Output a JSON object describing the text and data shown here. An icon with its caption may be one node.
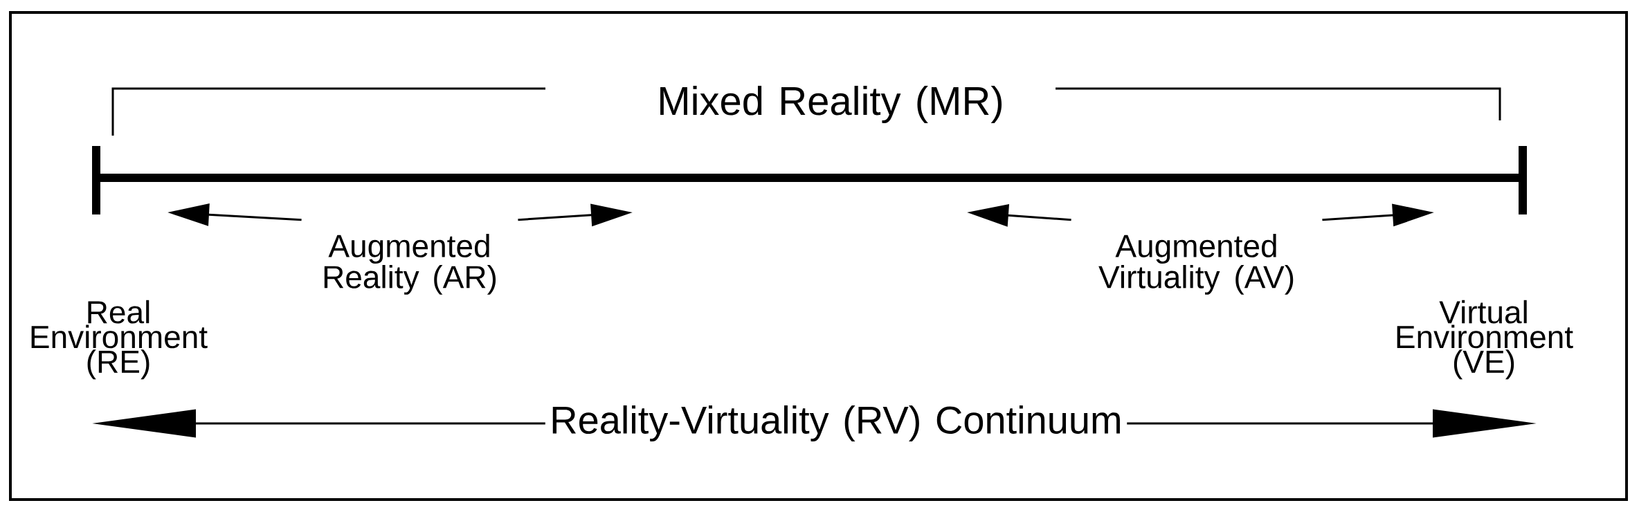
{
  "diagram": {
    "nodes": [
      {
        "text": [
          "Mixed Reality (MR)"
        ]
      },
      {
        "text": [
          "Augmented Reality (AR)"
        ]
      },
      {
        "text": [
          "Augmented Virtuality (AV)"
        ]
      },
      {
        "text": [
          "Real Environment (RE)"
        ]
      },
      {
        "text": [
          "Virtual Environment (VE)"
        ]
      },
      {
        "text": [
          "Reality-Virtuality (RV) Continuum"
        ]
      }
    ],
    "edges": [
      {
        "from": 1,
        "to": null,
        "arrow": "to"
      },
      {
        "from": 1,
        "to": null,
        "arrow": "to"
      },
      {
        "from": 2,
        "to": null,
        "arrow": "to"
      },
      {
        "from": 2,
        "to": null,
        "arrow": "to"
      },
      {
        "from": 5,
        "to": 3,
        "arrow": "to"
      },
      {
        "from": 5,
        "to": 4,
        "arrow": "to"
      }
    ]
  }
}
